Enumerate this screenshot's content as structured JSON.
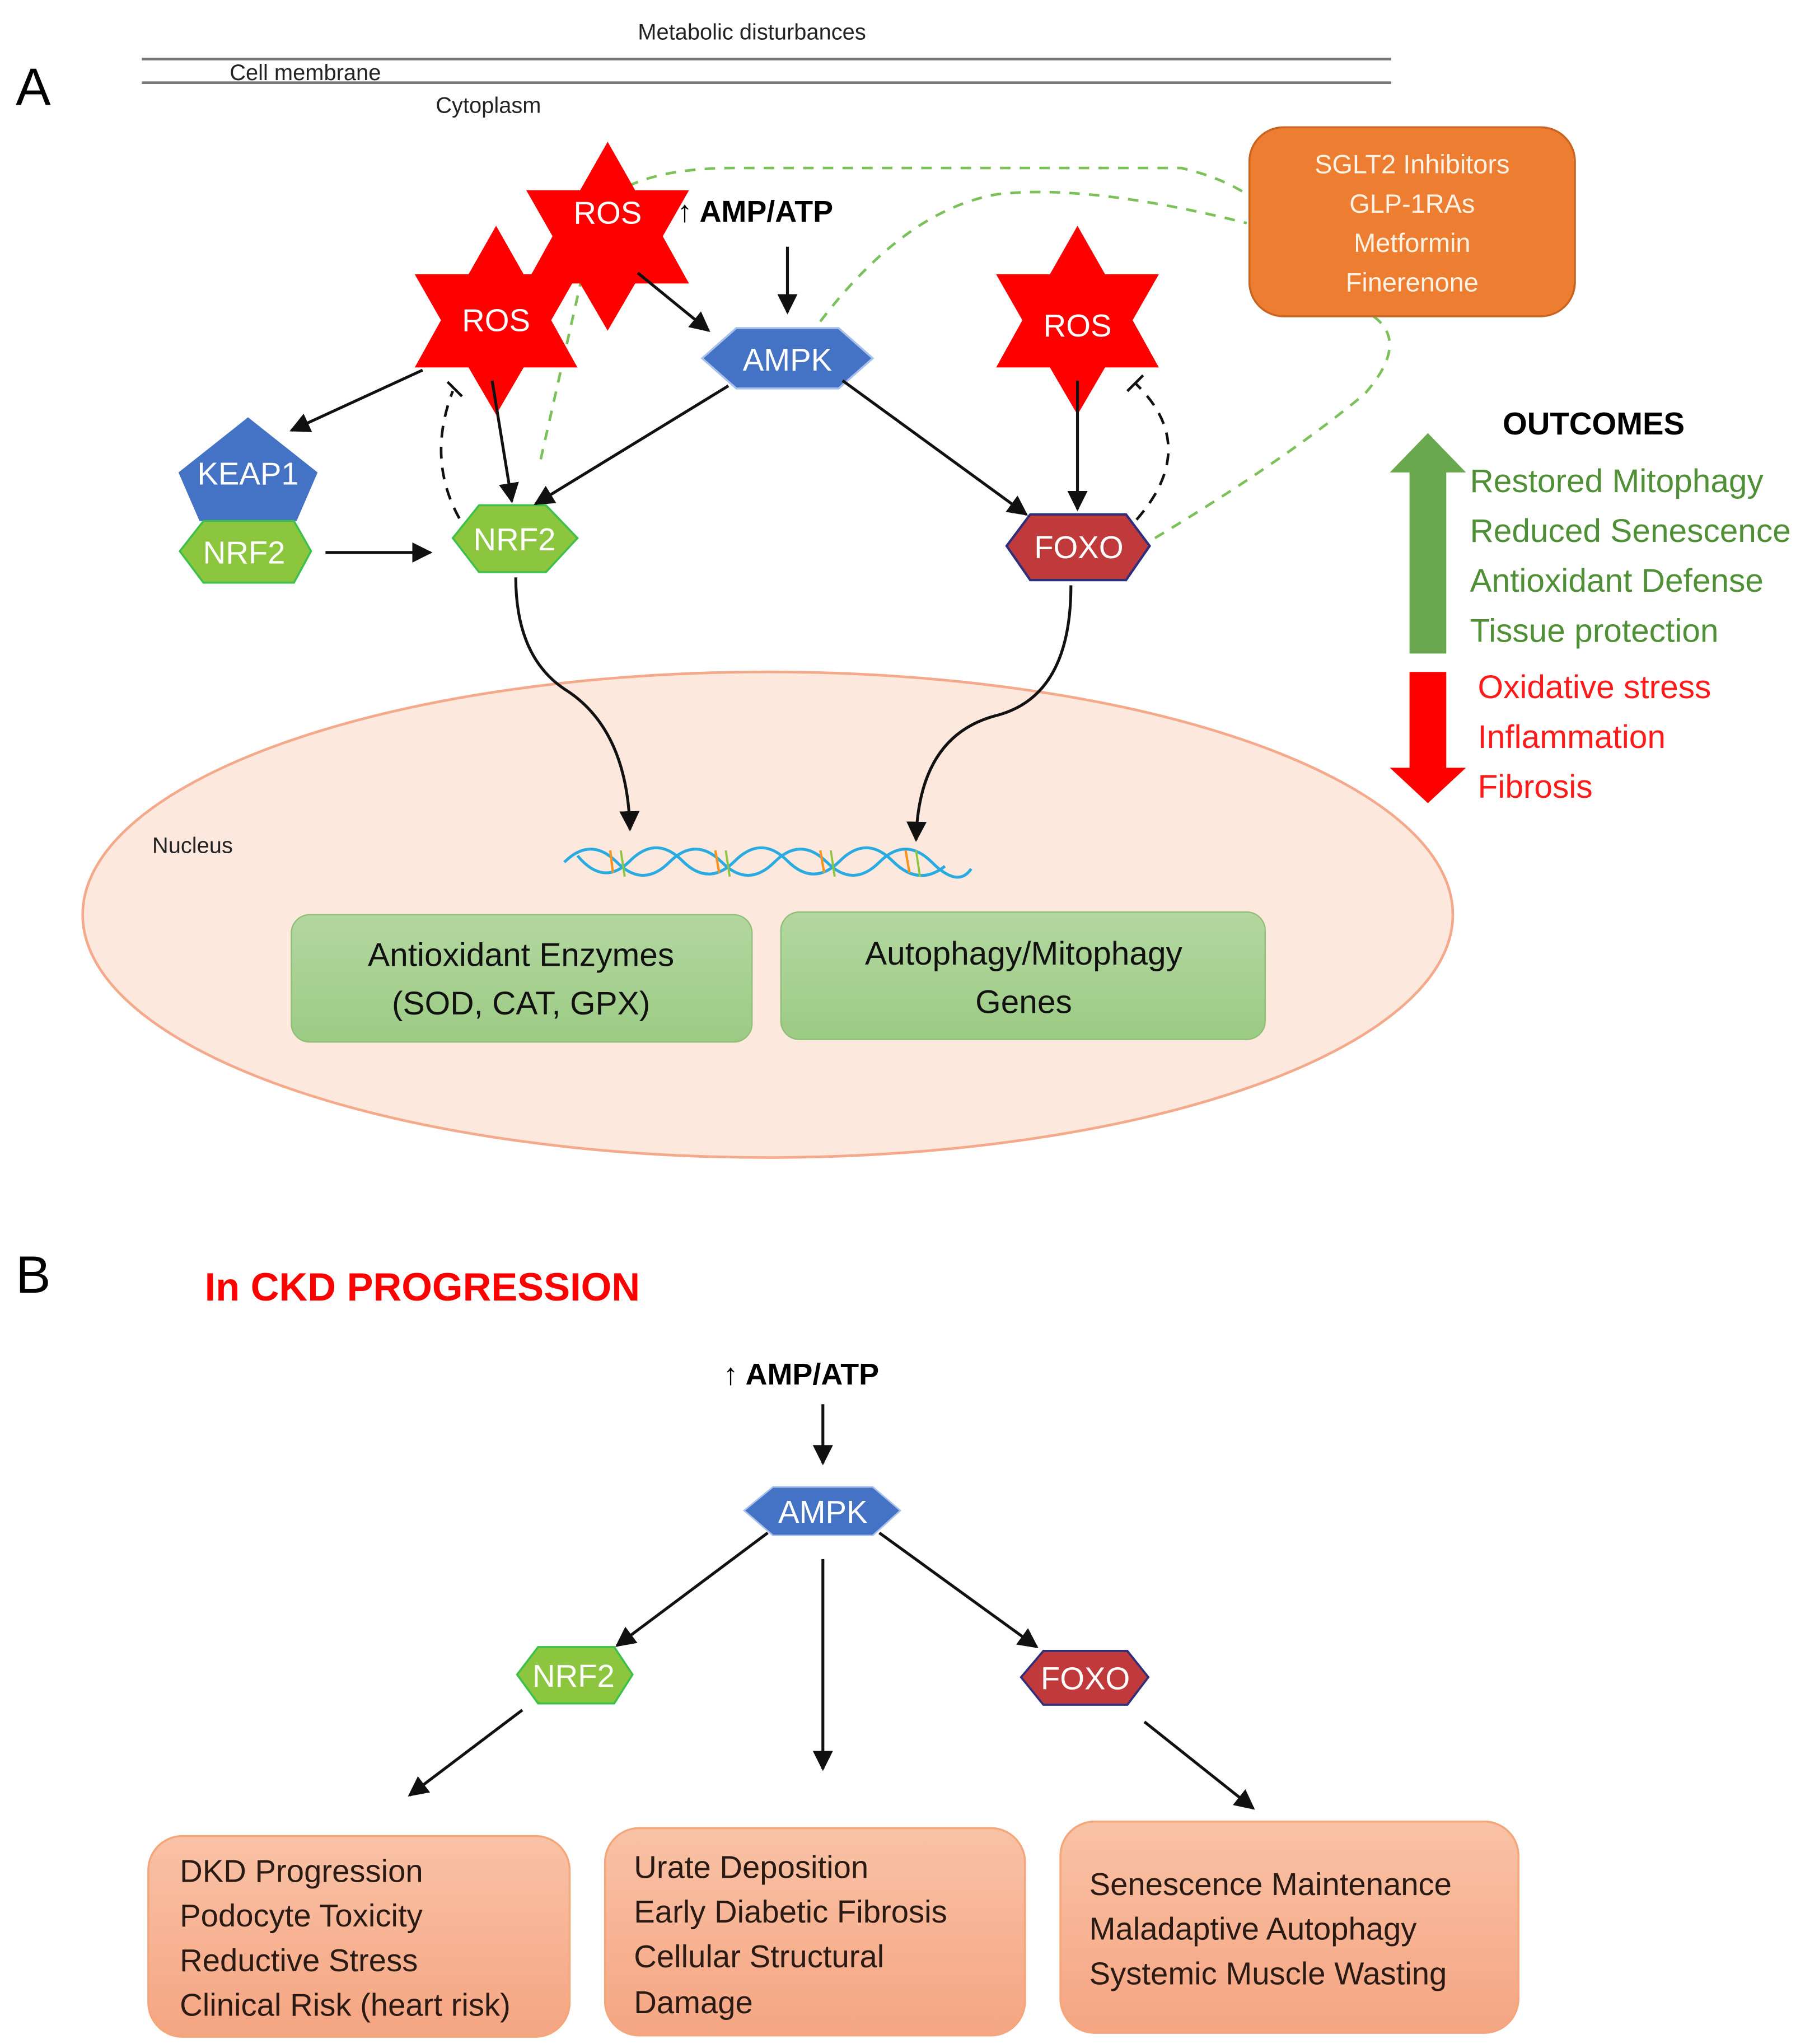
{
  "panel_a": {
    "letter": "A",
    "metabolic_label": "Metabolic disturbances",
    "membrane_label": "Cell membrane",
    "cytoplasm_label": "Cytoplasm",
    "ros_label": "ROS",
    "amp_atp_label": "↑ AMP/ATP",
    "ampk_label": "AMPK",
    "keap1_label": "KEAP1",
    "nrf2_label": "NRF2",
    "foxo_label": "FOXO",
    "nucleus_label": "Nucleus",
    "drugs": [
      "SGLT2 Inhibitors",
      "GLP-1RAs",
      "Metformin",
      "Finerenone"
    ],
    "genes_antioxidant": [
      "Antioxidant Enzymes",
      "(SOD, CAT, GPX)"
    ],
    "genes_autophagy": [
      "Autophagy/Mitophagy",
      "Genes"
    ],
    "outcomes": {
      "title": "OUTCOMES",
      "increased": [
        "Restored Mitophagy",
        "Reduced Senescence",
        "Antioxidant Defense",
        "Tissue protection"
      ],
      "decreased": [
        "Oxidative stress",
        "Inflammation",
        "Fibrosis"
      ]
    }
  },
  "panel_b": {
    "letter": "B",
    "title": "In CKD PROGRESSION",
    "amp_atp_label": "↑ AMP/ATP",
    "ampk_label": "AMPK",
    "nrf2_label": "NRF2",
    "foxo_label": "FOXO",
    "effects_nrf2": [
      "DKD Progression",
      "Podocyte Toxicity",
      "Reductive Stress",
      "Clinical Risk (heart risk)"
    ],
    "effects_ampk": [
      "Urate Deposition",
      "Early Diabetic Fibrosis",
      "Cellular Structural",
      "Damage"
    ],
    "effects_foxo": [
      "Senescence  Maintenance",
      "Maladaptive Autophagy",
      "Systemic Muscle Wasting"
    ]
  },
  "colors": {
    "ros": "#ff0000",
    "ampk": "#4472c4",
    "nrf2": "#8cc63f",
    "foxo": "#c0393b",
    "drug_box": "#ed7d31",
    "nucleus": "#fce8dc",
    "gene_box": "#a5cf8e",
    "effect_box": "#f8b394",
    "outcome_good": "#4f8f35",
    "outcome_bad": "#ff1a1a"
  }
}
